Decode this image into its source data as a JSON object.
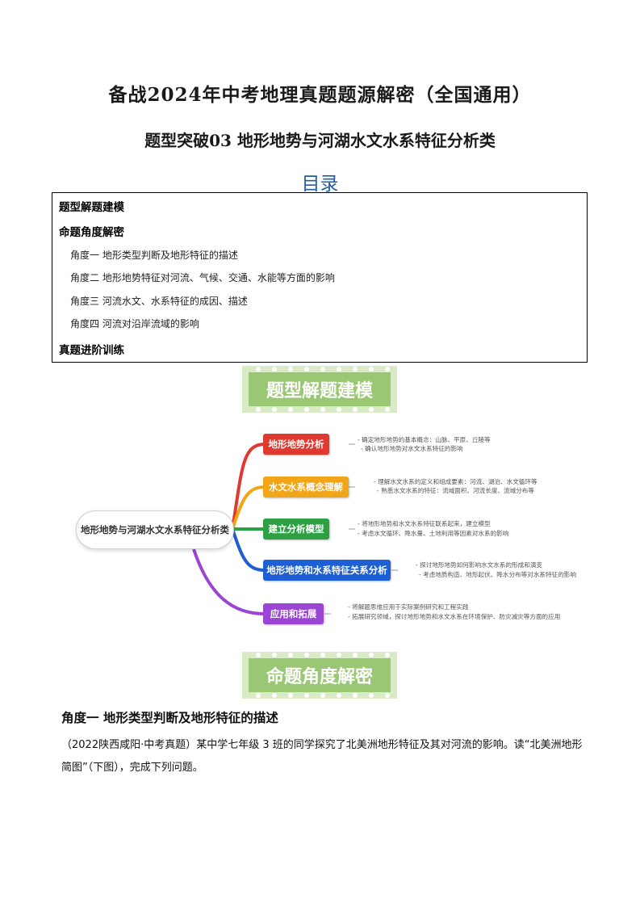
{
  "title": "备战2024年中考地理真题题源解密（全国通用）",
  "subtitle": "题型突破03  地形地势与河湖水文水系特征分析类",
  "toc": {
    "heading": "目录",
    "items": [
      {
        "label": "题型解题建模",
        "level": 1
      },
      {
        "label": "命题角度解密",
        "level": 1
      },
      {
        "label": "角度一  地形类型判断及地形特征的描述",
        "level": 2
      },
      {
        "label": "角度二  地形地势特征对河流、气候、交通、水能等方面的影响",
        "level": 2
      },
      {
        "label": "角度三  河流水文、水系特征的成因、描述",
        "level": 2
      },
      {
        "label": "角度四  河流对沿岸流域的影响",
        "level": 2
      },
      {
        "label": "真题进阶训练",
        "level": 1
      }
    ]
  },
  "banner1": {
    "text": "题型解题建模",
    "color": "#9ac774"
  },
  "banner2": {
    "text": "命题角度解密",
    "color": "#9ac774"
  },
  "mindmap": {
    "center": "地形地势与河湖水文水系特征分析类",
    "branches": [
      {
        "label": "地形地势分析",
        "color": "#e0392f",
        "leaves": [
          "- 确定地形地势的基本概念：山脉、平原、丘陵等",
          "- 确认地形地势对水文水系特征的影响"
        ]
      },
      {
        "label": "水文水系概念理解",
        "color": "#f2a516",
        "leaves": [
          "- 理解水文水系的定义和组成要素：河流、湖泊、水文循环等",
          "- 熟悉水文水系的特征：流域面积、河流长度、流域分布等"
        ]
      },
      {
        "label": "建立分析模型",
        "color": "#2ea044",
        "leaves": [
          "- 将地形地势和水文水系特征联系起来，建立模型",
          "- 考虑水文循环、降水量、土地利用等因素对水系的影响"
        ]
      },
      {
        "label": "地形地势和水系特征关系分析",
        "color": "#1e5fd6",
        "leaves": [
          "- 探讨地形地势如何影响水文水系的形成和演变",
          "- 考虑地质构造、地形起伏、降水分布等对水系特征的影响"
        ]
      },
      {
        "label": "应用和拓展",
        "color": "#9b45d4",
        "leaves": [
          "- 将解题思维应用于实际案例研究和工程实践",
          "- 拓展研究领域，探讨地形地势和水文水系在环境保护、防灾减灾等方面的应用"
        ]
      }
    ]
  },
  "section": {
    "heading": "角度一  地形类型判断及地形特征的描述",
    "paragraph": "（2022陕西咸阳·中考真题）某中学七年级 3 班的同学探究了北美洲地形特征及其对河流的影响。读“北美洲地形简图”（下图），完成下列问题。"
  }
}
